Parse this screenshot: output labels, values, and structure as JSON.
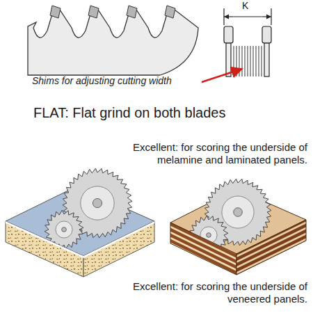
{
  "diagram": {
    "title": "FLAT: Flat grind on both blades",
    "labels": [
      "K",
      "Shims for adjusting cutting width",
      "Excellent: for scoring the underside of melamine and laminated panels.",
      "Excellent: for scoring the underside of veneered panels."
    ]
  }
}
